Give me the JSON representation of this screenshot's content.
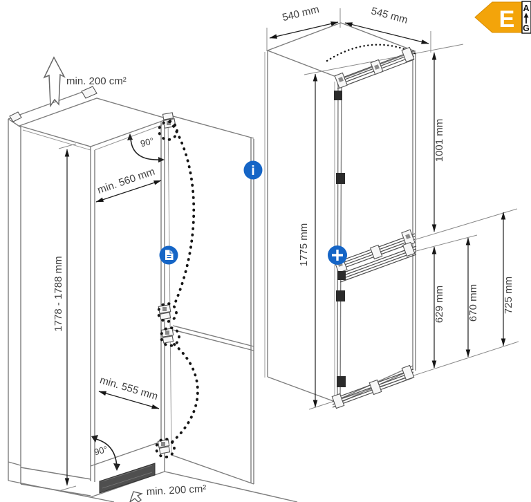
{
  "colors": {
    "icon_blue": "#1565c6",
    "energy_orange": "#f5a400",
    "line_gray": "#7d7d7d"
  },
  "energy_label": {
    "rating": "E",
    "scale_top": "A",
    "scale_bottom": "G",
    "scale_arrow": "↑"
  },
  "overlay_icons": {
    "info": "i",
    "plus": "+"
  },
  "niche_diagram": {
    "ventilation_top": "min. 200 cm²",
    "ventilation_bottom": "min. 200 cm²",
    "door_angle_top": "90°",
    "door_angle_bottom": "90°",
    "niche_depth_top": "min. 560 mm",
    "niche_depth_bottom": "min. 555 mm",
    "niche_height": "1778 - 1788 mm"
  },
  "appliance_diagram": {
    "width": "540 mm",
    "depth": "545 mm",
    "height": "1775 mm",
    "dim_1001": "1001 mm",
    "dim_629": "629 mm",
    "dim_670": "670 mm",
    "dim_725": "725 mm"
  }
}
